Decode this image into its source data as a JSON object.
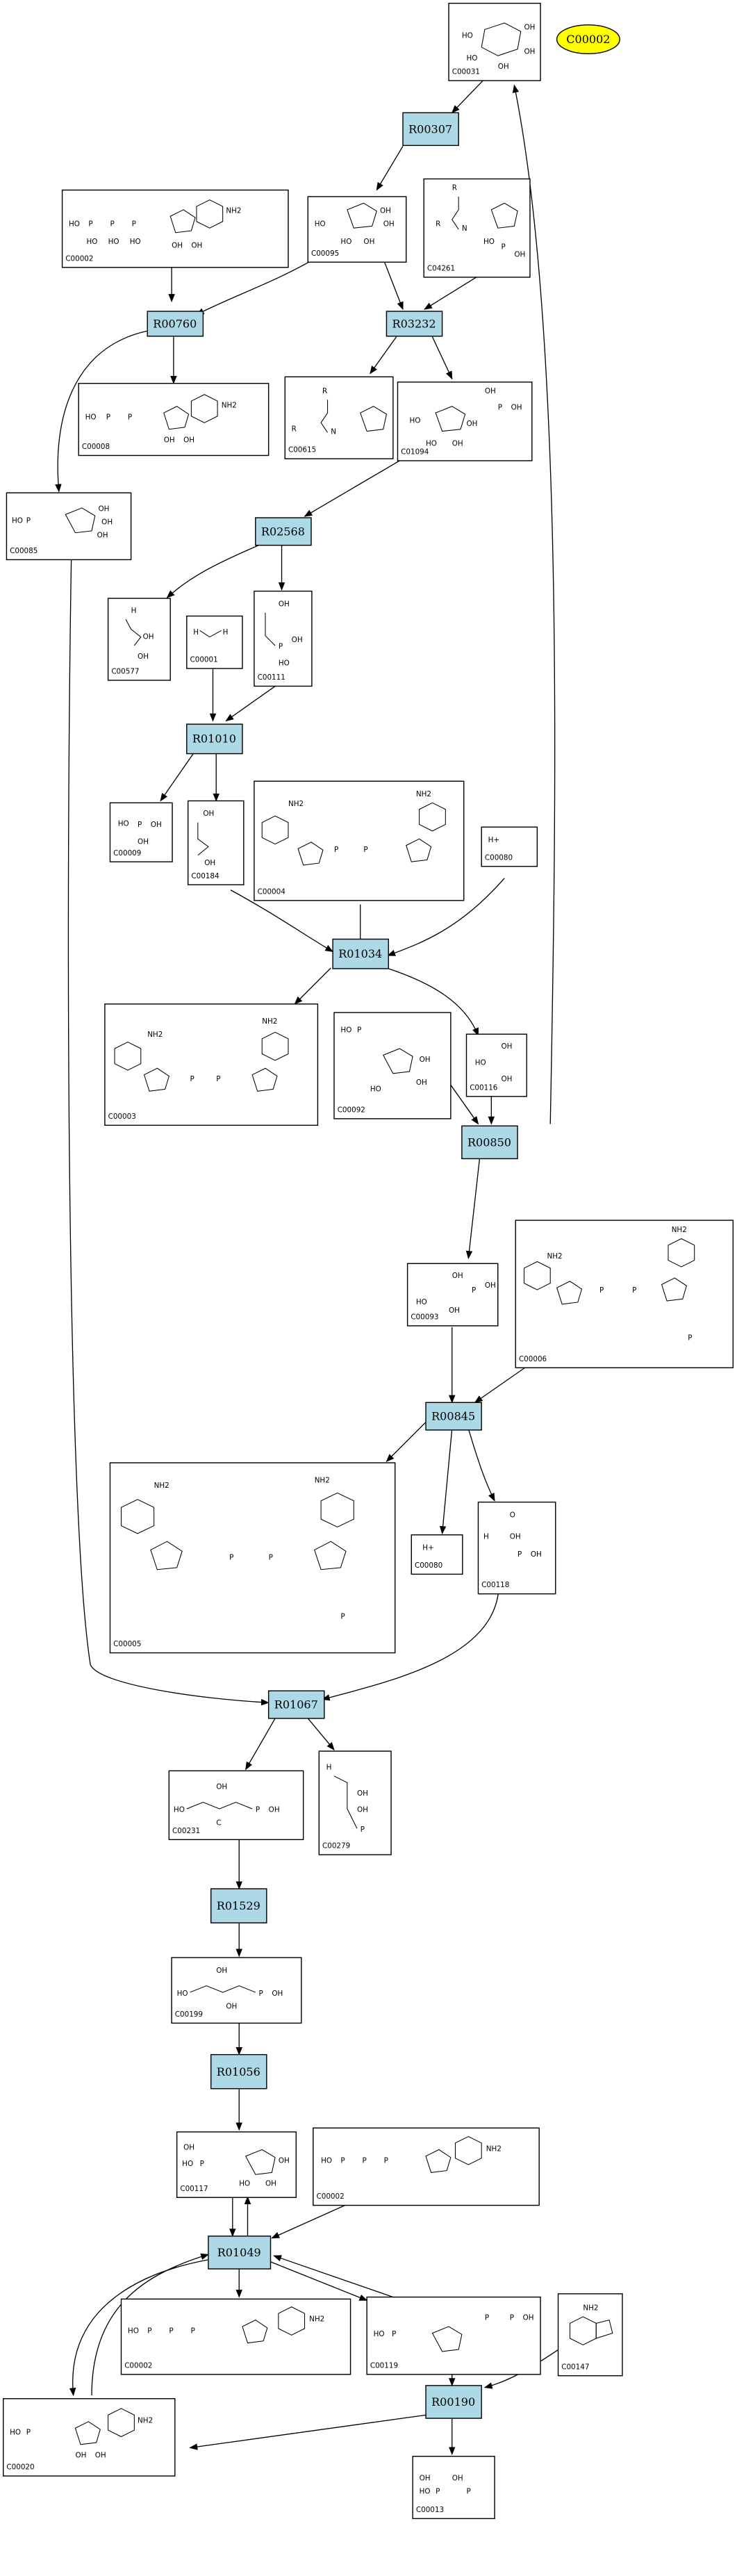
{
  "target": {
    "label": "C00002"
  },
  "reactions": [
    "R00307",
    "R00760",
    "R03232",
    "R02568",
    "R01010",
    "R01034",
    "R00850",
    "R00845",
    "R01067",
    "R01529",
    "R01056",
    "R01049",
    "R00190"
  ],
  "compounds": [
    "C00031",
    "C00002",
    "C00095",
    "C04261",
    "C00008",
    "C00615",
    "C01094",
    "C00085",
    "C00577",
    "C00001",
    "C00111",
    "C00009",
    "C00184",
    "C00004",
    "C00080",
    "C00003",
    "C00092",
    "C00116",
    "C00093",
    "C00006",
    "C00005",
    "C00080",
    "C00118",
    "C00231",
    "C00279",
    "C00199",
    "C00117",
    "C00002",
    "C00002",
    "C00119",
    "C00147",
    "C00020",
    "C00013"
  ],
  "structure_labels": {
    "oh": "OH",
    "ho": "HO",
    "p": "P",
    "o": "O",
    "nh2": "NH2",
    "n": "N",
    "h": "H",
    "hplus": "H+",
    "r": "R",
    "c": "C"
  }
}
